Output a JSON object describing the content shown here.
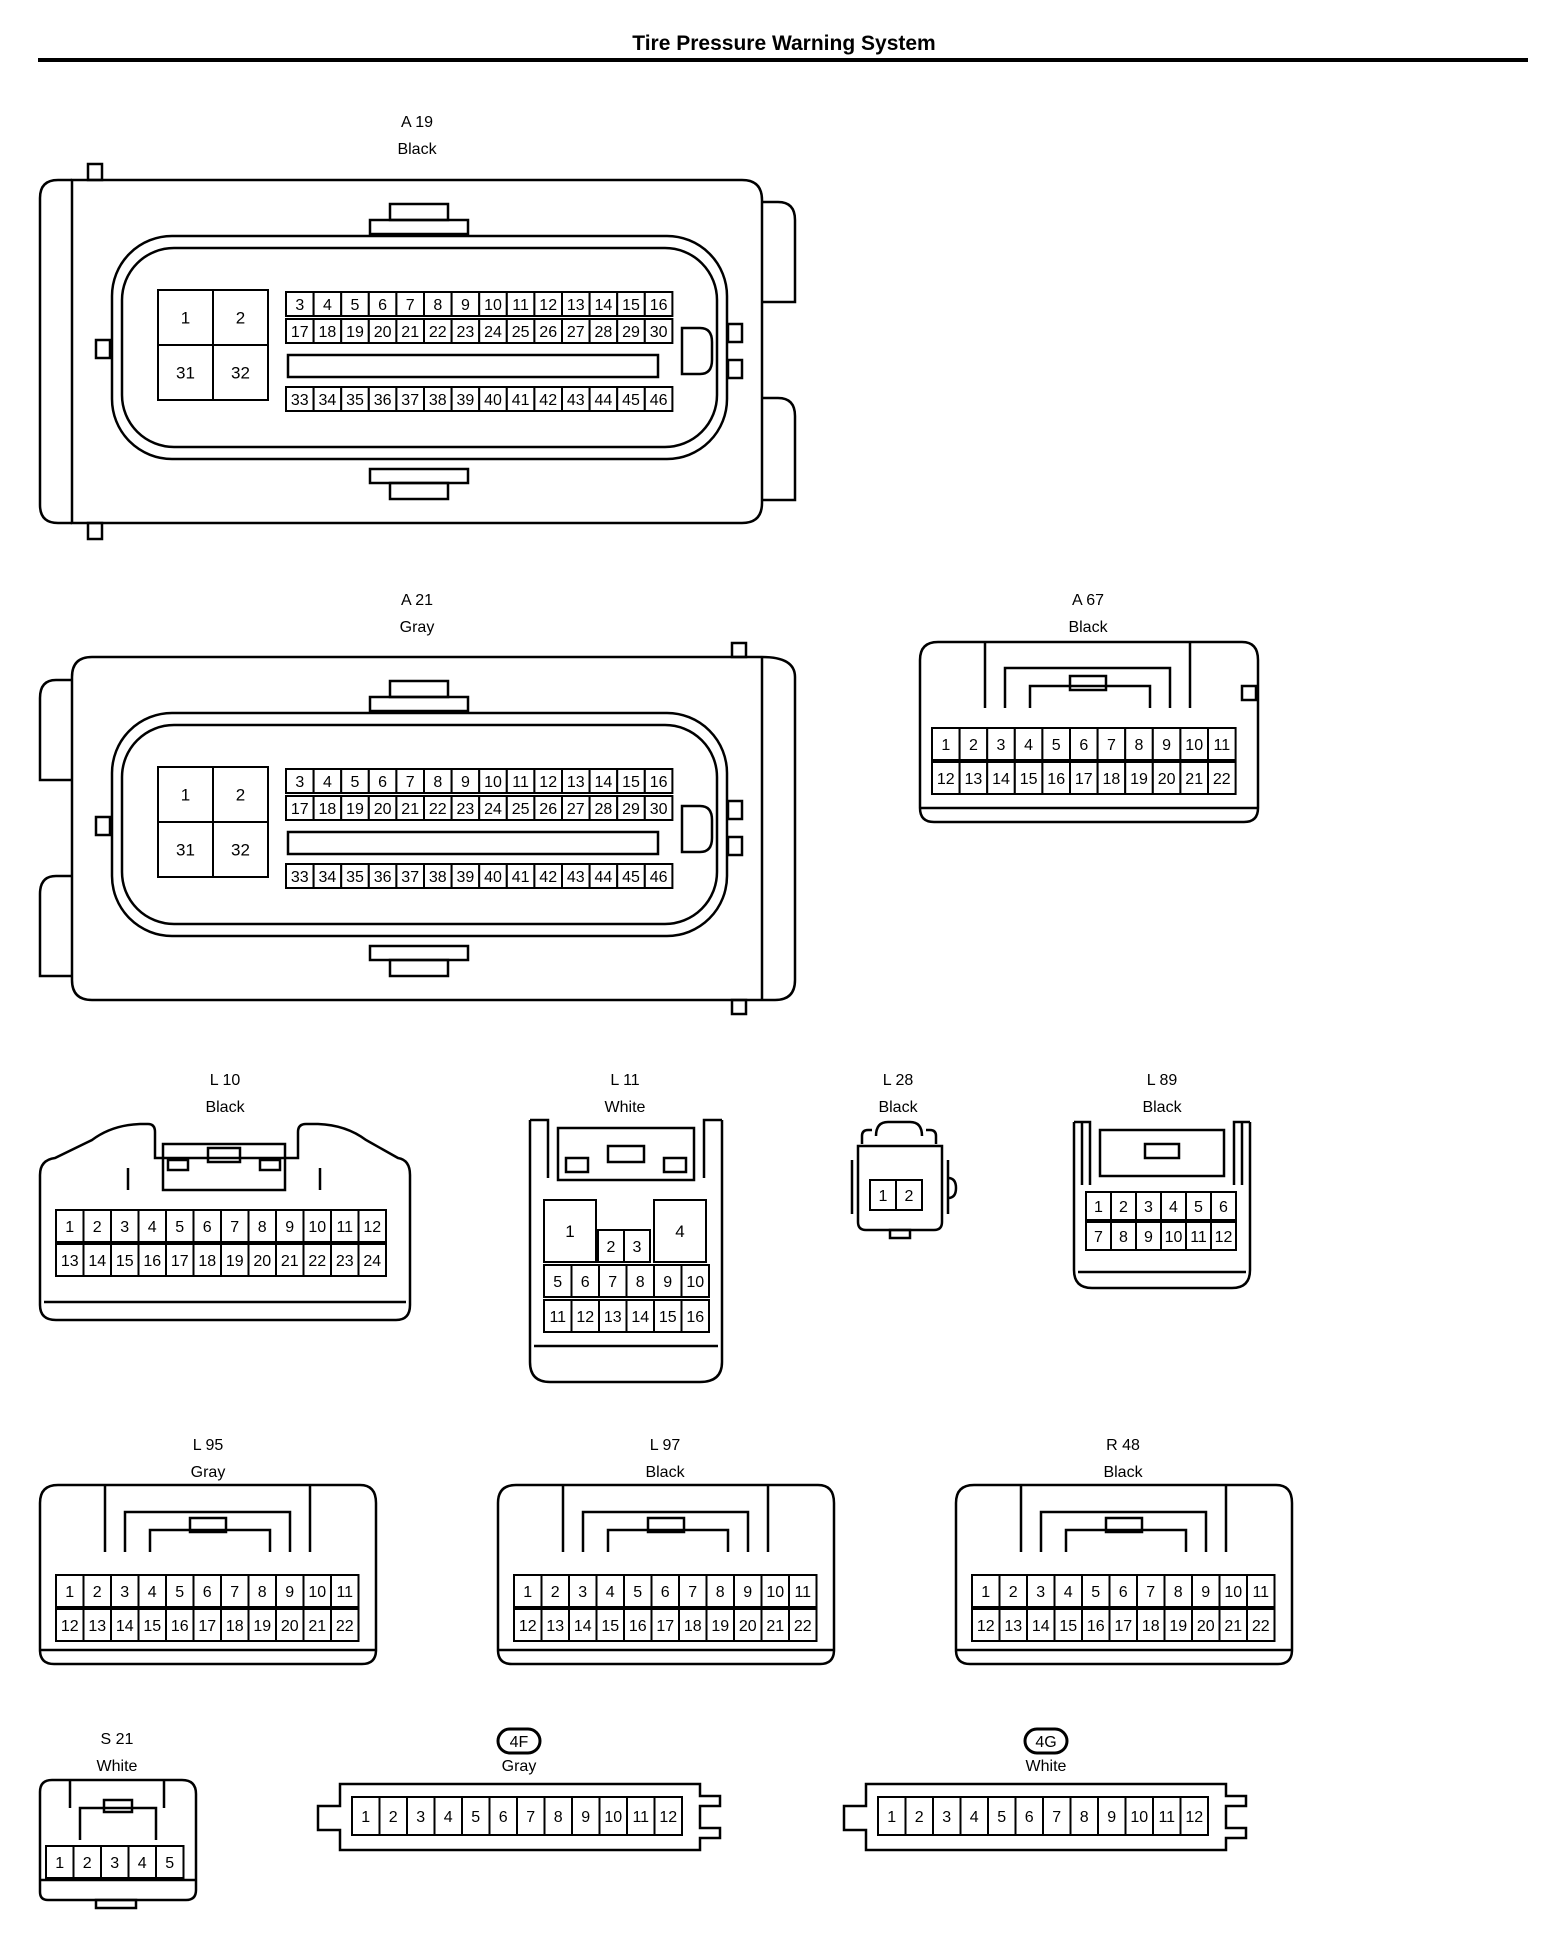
{
  "title": "Tire Pressure Warning System",
  "connectors": {
    "a19": {
      "code": "A 19",
      "color": "Black"
    },
    "a21": {
      "code": "A 21",
      "color": "Gray"
    },
    "a67": {
      "code": "A 67",
      "color": "Black"
    },
    "l10": {
      "code": "L 10",
      "color": "Black"
    },
    "l11": {
      "code": "L 11",
      "color": "White"
    },
    "l28": {
      "code": "L 28",
      "color": "Black"
    },
    "l89": {
      "code": "L 89",
      "color": "Black"
    },
    "l95": {
      "code": "L 95",
      "color": "Gray"
    },
    "l97": {
      "code": "L 97",
      "color": "Black"
    },
    "r48": {
      "code": "R 48",
      "color": "Black"
    },
    "s21": {
      "code": "S 21",
      "color": "White"
    },
    "j4f": {
      "code": "4F",
      "color": "Gray"
    },
    "j4g": {
      "code": "4G",
      "color": "White"
    }
  }
}
